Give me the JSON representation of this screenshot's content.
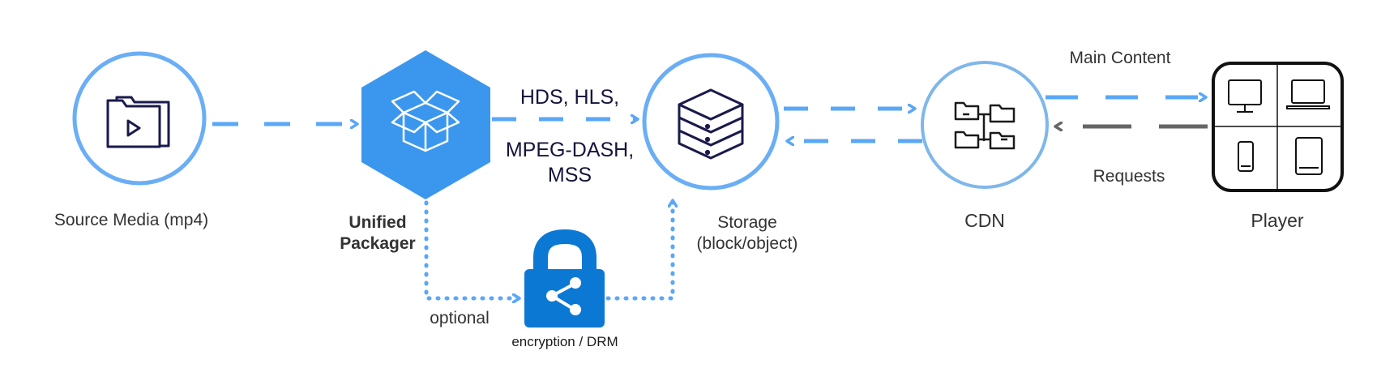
{
  "nodes": {
    "source": {
      "label": "Source Media (mp4)"
    },
    "packager": {
      "label_line1": "Unified",
      "label_line2": "Packager"
    },
    "storage": {
      "label_line1": "Storage",
      "label_line2": "(block/object)"
    },
    "cdn": {
      "label": "CDN"
    },
    "player": {
      "label": "Player"
    },
    "drm": {
      "label": "encryption / DRM"
    }
  },
  "edges": {
    "formats_line1": "HDS, HLS,",
    "formats_line2": "MPEG-DASH,",
    "formats_line3": "MSS",
    "optional": "optional",
    "main_content": "Main Content",
    "requests": "Requests"
  },
  "colors": {
    "circle_border": "#6aaef5",
    "arrow_blue": "#5aa7f7",
    "arrow_gray": "#666666",
    "hexagon": "#3b97ee",
    "drm_blue": "#0b78d4",
    "icon_navy": "#1a1a4d",
    "label_text": "#333333",
    "formats_text": "#14143c"
  },
  "icons": {
    "source": "video-folder-icon",
    "packager": "open-box-icon",
    "storage": "server-stack-icon",
    "cdn": "folder-network-icon",
    "drm": "share-lock-icon",
    "player": [
      "monitor-icon",
      "laptop-icon",
      "phone-icon",
      "tablet-icon"
    ]
  }
}
